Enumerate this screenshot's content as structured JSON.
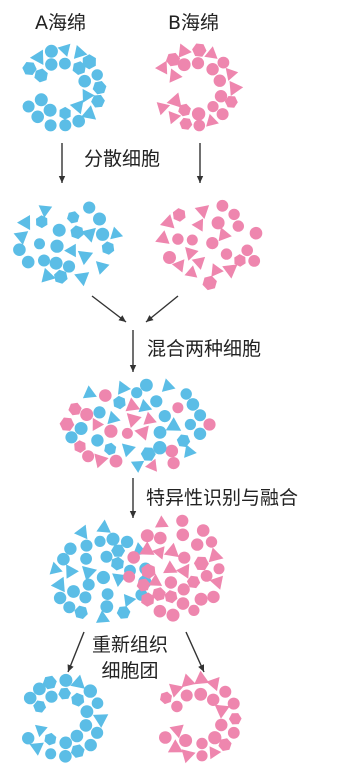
{
  "labels": {
    "sponge_a": "A海绵",
    "sponge_b": "B海绵",
    "step1": "分散细胞",
    "step2": "混合两种细胞",
    "step3": "特异性识别与融合",
    "step4_line1": "重新组织",
    "step4_line2": "细胞团"
  },
  "colors": {
    "sponge_a": "#5bbde6",
    "sponge_b": "#ee86ae",
    "arrow": "#333333"
  }
}
